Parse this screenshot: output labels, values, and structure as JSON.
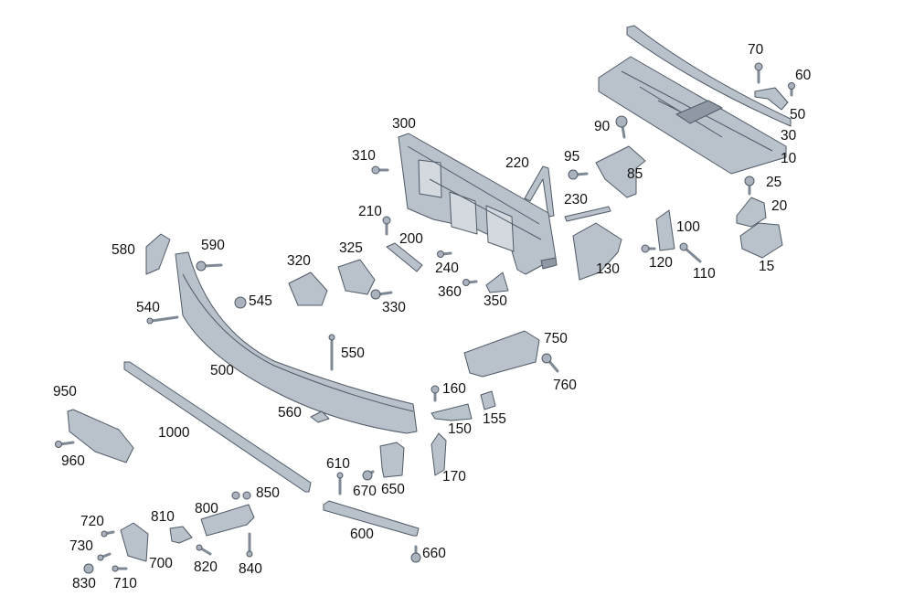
{
  "callouts": [
    "70",
    "60",
    "50",
    "30",
    "10",
    "90",
    "300",
    "310",
    "95",
    "85",
    "220",
    "25",
    "20",
    "230",
    "210",
    "100",
    "200",
    "580",
    "590",
    "120",
    "110",
    "15",
    "240",
    "130",
    "320",
    "325",
    "360",
    "350",
    "330",
    "545",
    "540",
    "750",
    "550",
    "760",
    "500",
    "160",
    "155",
    "950",
    "560",
    "150",
    "1000",
    "960",
    "610",
    "170",
    "670",
    "650",
    "850",
    "800",
    "720",
    "810",
    "730",
    "700",
    "820",
    "840",
    "830",
    "710",
    "600",
    "660"
  ],
  "colors": {
    "part_fill": "#b9c2cb",
    "part_outline": "#4f5a66",
    "label": "#111111",
    "background": "#ffffff"
  }
}
